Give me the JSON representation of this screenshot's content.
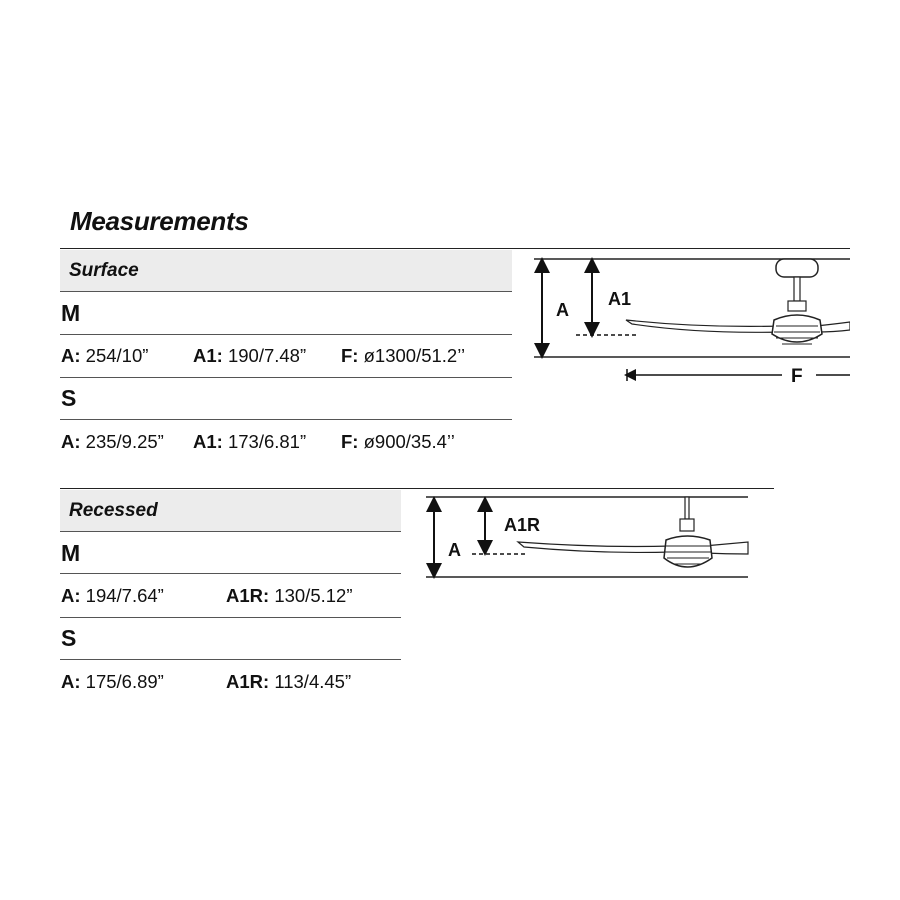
{
  "title": "Measurements",
  "surface": {
    "heading": "Surface",
    "models": [
      {
        "size": "M",
        "a_label": "A:",
        "a_value": "254/10”",
        "a1_label": "A1:",
        "a1_value": "190/7.48”",
        "f_label": "F:",
        "f_value": "ø1300/51.2’’"
      },
      {
        "size": "S",
        "a_label": "A:",
        "a_value": "235/9.25”",
        "a1_label": "A1:",
        "a1_value": "173/6.81”",
        "f_label": "F:",
        "f_value": "ø900/35.4’’"
      }
    ],
    "diagram": {
      "label_a": "A",
      "label_a1": "A1",
      "label_f": "F"
    }
  },
  "recessed": {
    "heading": "Recessed",
    "models": [
      {
        "size": "M",
        "a_label": "A:",
        "a_value": "194/7.64”",
        "a1r_label": "A1R:",
        "a1r_value": "130/5.12”"
      },
      {
        "size": "S",
        "a_label": "A:",
        "a_value": "175/6.89”",
        "a1r_label": "A1R:",
        "a1r_value": "113/4.45”"
      }
    ],
    "diagram": {
      "label_a": "A",
      "label_a1r": "A1R"
    }
  }
}
